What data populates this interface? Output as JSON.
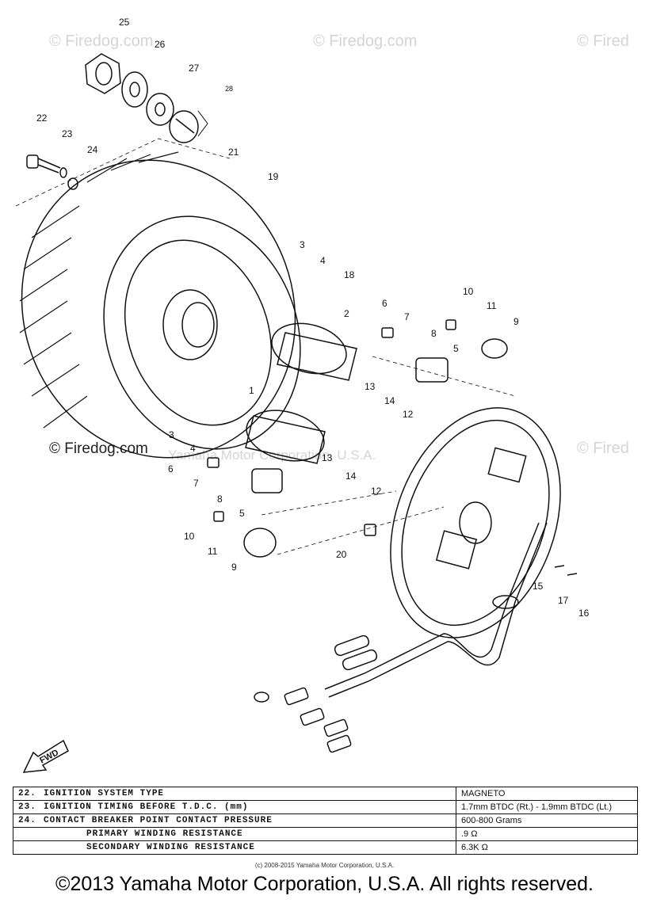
{
  "watermarks": {
    "top_left": "© Firedog.com",
    "top_center": "© Firedog.com",
    "top_right": "© Fired",
    "mid_left": "© Firedog.com",
    "mid_right": "© Fired",
    "mid_faint": "Yamaha Motor Corporation, U.S.A."
  },
  "callouts": [
    "25",
    "26",
    "27",
    "28",
    "22",
    "23",
    "24",
    "21",
    "19",
    "3",
    "4",
    "18",
    "2",
    "6",
    "7",
    "8",
    "10",
    "11",
    "9",
    "5",
    "1",
    "13",
    "14",
    "12",
    "3",
    "4",
    "13",
    "14",
    "12",
    "6",
    "7",
    "8",
    "5",
    "10",
    "11",
    "9",
    "20",
    "15",
    "17",
    "16"
  ],
  "fwd_label": "FWD",
  "spec_table": {
    "rows": [
      {
        "num": "22.",
        "label": "IGNITION SYSTEM TYPE",
        "value": "MAGNETO"
      },
      {
        "num": "23.",
        "label": "IGNITION TIMING BEFORE T.D.C. (mm)",
        "value": "1.7mm BTDC (Rt.) - 1.9mm BTDC (Lt.)"
      },
      {
        "num": "24.",
        "label": "CONTACT BREAKER POINT CONTACT PRESSURE",
        "value": "600-800 Grams"
      },
      {
        "num": "",
        "label": "PRIMARY WINDING RESISTANCE",
        "value": ".9 Ω"
      },
      {
        "num": "",
        "label": "SECONDARY WINDING RESISTANCE",
        "value": "6.3K Ω"
      }
    ]
  },
  "small_copyright": "(c) 2008-2015 Yamaha Motor Corporation, U.S.A.",
  "copyright": "©2013 Yamaha Motor Corporation, U.S.A. All rights reserved."
}
